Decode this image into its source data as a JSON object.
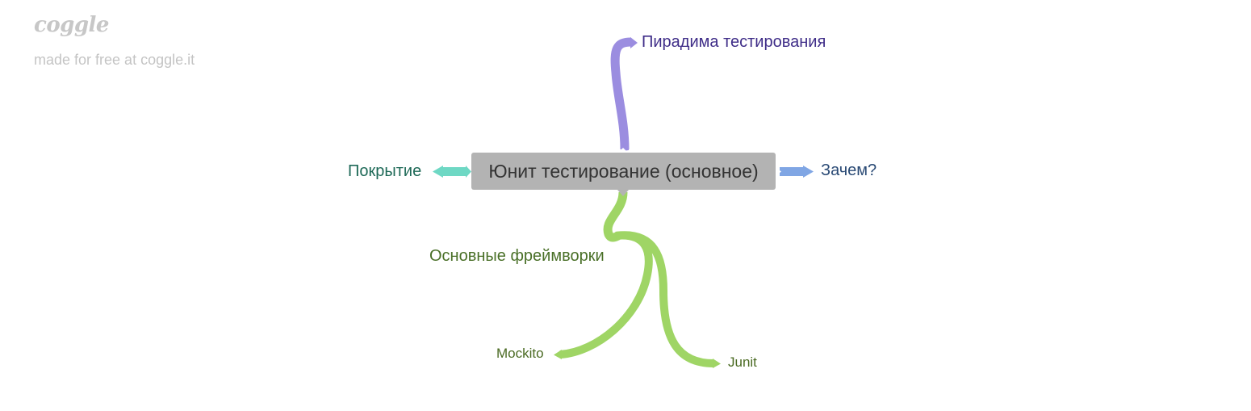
{
  "watermark": {
    "logo": "coggle",
    "text": "made for free at coggle.it"
  },
  "mindmap": {
    "central_topic": "Юнит тестирование (основное)",
    "branches": {
      "paradigm": {
        "label": "Пирадима тестирования",
        "color": "#9b8de0"
      },
      "coverage": {
        "label": "Покрытие",
        "color": "#6ed8c4"
      },
      "why": {
        "label": "Зачем?",
        "color": "#80a6e4"
      },
      "frameworks": {
        "label": "Основные фреймворки",
        "color": "#9fd565",
        "children": [
          {
            "label": "Mockito"
          },
          {
            "label": "Junit"
          }
        ]
      }
    },
    "central_color": "#b3b3b3"
  }
}
